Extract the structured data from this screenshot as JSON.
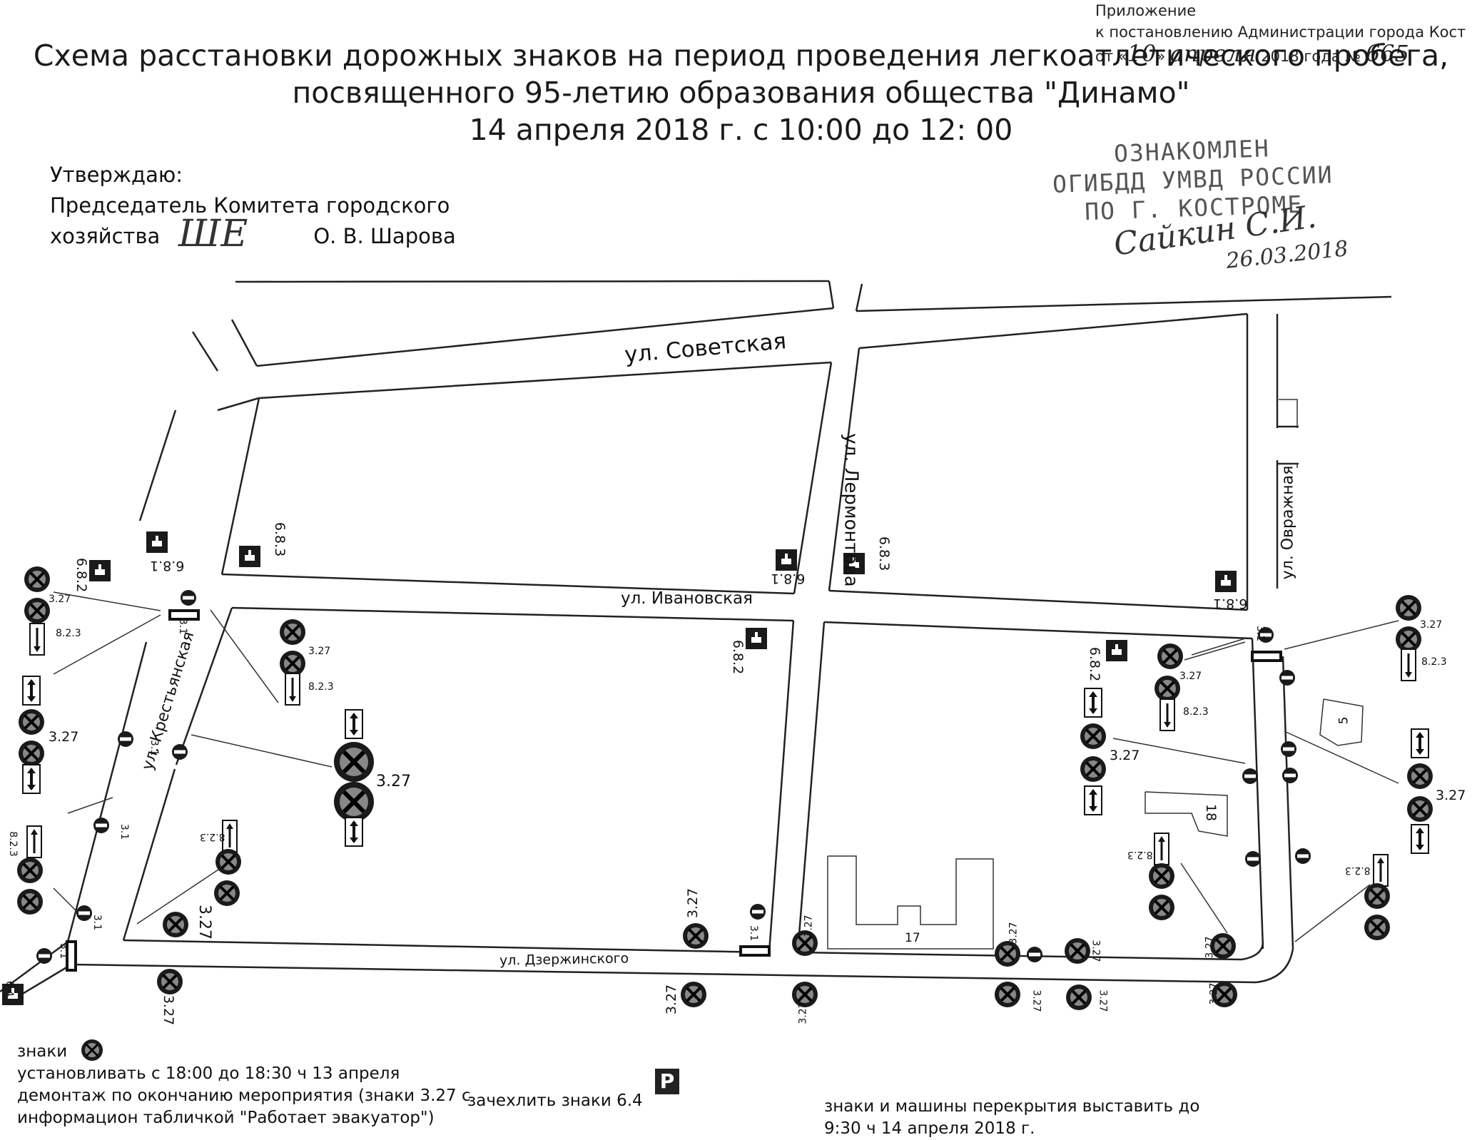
{
  "appendix": {
    "line1": "Приложение",
    "line2": "к постановлению Администрации города Кост",
    "prefix": "от «",
    "day": "10",
    "mid1": "» ",
    "month": "апреля",
    "mid2": " 2018 года №",
    "number": "665"
  },
  "title": {
    "line1": "Схема расстановки дорожных знаков на период проведения легкоатлетического пробега,",
    "line2": "посвященного 95-летию образования общества \"Динамо\"",
    "line3": "14 апреля 2018 г. с 10:00 до 12: 00"
  },
  "approval": {
    "line1": "Утверждаю:",
    "line2": "Председатель Комитета городского",
    "line3": "хозяйства",
    "name": "О. В. Шарова"
  },
  "stamp": {
    "line1": "ОЗНАКОМЛЕН",
    "line2": "ОГИБДД УМВД РОССИИ",
    "line3": "ПО Г. КОСТРОМЕ",
    "signature": "Сайкин С.И.",
    "date": "26.03.2018"
  },
  "streets": {
    "sovetskaya": "ул. Советская",
    "lermontova": "ул. Лермонтова",
    "ivanovskaya": "ул. Ивановская",
    "krestyanskaya": "ул. Крестьянская",
    "ovrazhnaya": "ул. Овражная",
    "dzerzhinskogo": "ул. Дзержинского"
  },
  "buildings": {
    "b5": "5",
    "b18": "18",
    "b17": "17"
  },
  "sign_codes": {
    "s327": "3.27",
    "s31": "3.1",
    "s681": "6.8.1",
    "s682": "6.8.2",
    "s683": "6.8.3",
    "s823": "8.2.3",
    "s64": "6.4"
  },
  "notes": {
    "signs_prefix": "знаки",
    "line1": "установливать с 18:00 до 18:30 ч 13 апреля",
    "line2": "демонтаж по окончанию мероприятия (знаки 3.27 с",
    "line3": "информацион табличкой \"Работает эвакуатор\")",
    "cover": "зачехлить знаки 6.4",
    "time1": "знаки и машины перекрытия выставить до",
    "time2": "9:30 ч 14 апреля 2018 г."
  },
  "parking_letter": "P"
}
